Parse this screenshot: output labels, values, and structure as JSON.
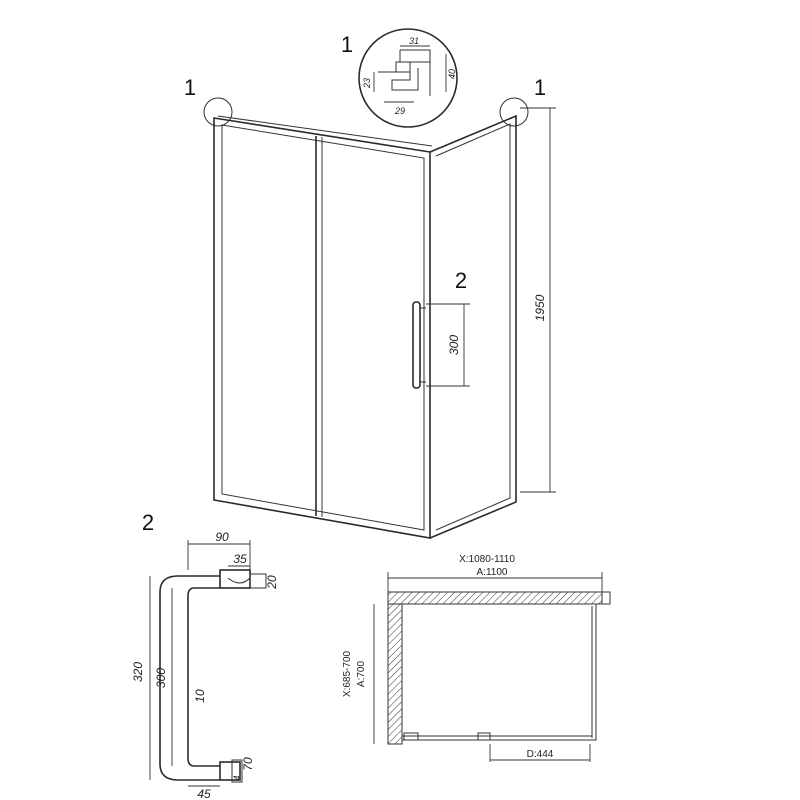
{
  "callouts": {
    "profile_left": "1",
    "profile_top": "1",
    "profile_right": "1",
    "handle": "2",
    "handle_detail": "2"
  },
  "profile_detail": {
    "d31": "31",
    "d40": "40",
    "d23": "23",
    "d29": "29"
  },
  "elevation": {
    "height": "1950",
    "handle_length": "300"
  },
  "handle_detail": {
    "d90": "90",
    "d35": "35",
    "d20": "20",
    "d320": "320",
    "d300": "300",
    "d10": "10",
    "d45": "45",
    "d4": "4",
    "d70": "70"
  },
  "plan": {
    "x_range": "X:1080-1110",
    "a_width": "A:1100",
    "y_range": "X:685-700",
    "a_depth": "A:700",
    "door": "D:444"
  }
}
